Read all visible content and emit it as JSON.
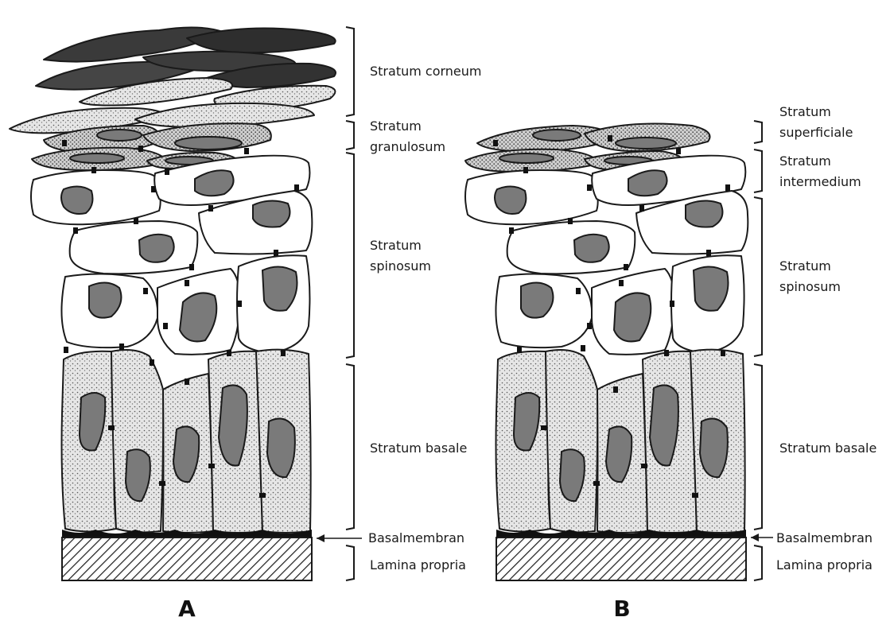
{
  "panels": [
    {
      "letter": "A",
      "layers": [
        "Stratum corneum",
        "Stratum granulosum",
        "Stratum spinosum",
        "Stratum basale",
        "Basalmembran",
        "Lamina propria"
      ]
    },
    {
      "letter": "B",
      "layers": [
        "Stratum superficiale",
        "Stratum intermedium",
        "Stratum spinosum",
        "Stratum basale",
        "Basalmembran",
        "Lamina propria"
      ]
    }
  ],
  "labels": {
    "a_corneum": "Stratum corneum",
    "a_gran_1": "Stratum",
    "a_gran_2": "granulosum",
    "a_spin_1": "Stratum",
    "a_spin_2": "spinosum",
    "a_basale": "Stratum basale",
    "a_membran": "Basalmembran",
    "a_lamina": "Lamina propria",
    "b_sup_1": "Stratum",
    "b_sup_2": "superficiale",
    "b_int_1": "Stratum",
    "b_int_2": "intermedium",
    "b_spin_1": "Stratum",
    "b_spin_2": "spinosum",
    "b_basale": "Stratum basale",
    "b_membran": "Basalmembran",
    "b_lamina": "Lamina propria",
    "panel_a": "A",
    "panel_b": "B"
  },
  "colors": {
    "outline": "#1a1a1a",
    "nucleus": "#7a7a7a",
    "flat_cell": "#d8d8d8",
    "basal_cell": "#dcdcdc",
    "background": "#ffffff"
  }
}
